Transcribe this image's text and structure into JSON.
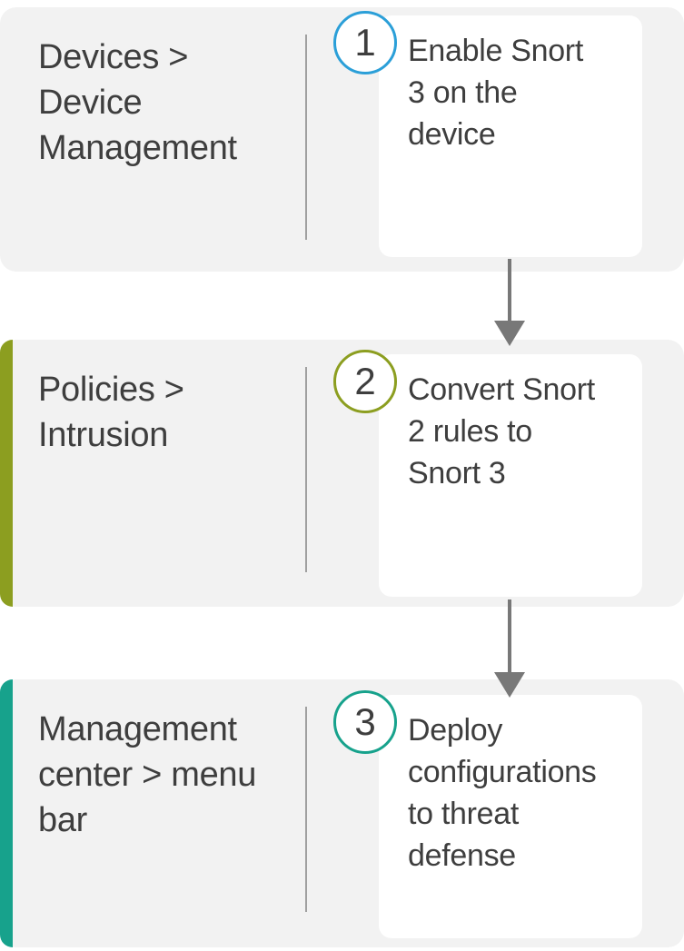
{
  "colors": {
    "page_bg": "#ffffff",
    "section_bg": "#f2f2f2",
    "card_bg": "#ffffff",
    "text": "#3e3e3e",
    "divider": "#a0a0a0",
    "arrow": "#787878"
  },
  "sections": [
    {
      "nav_label": "Devices >\nDevice\nManagement",
      "step_number": "1",
      "step_text": "Enable Snort\n3 on the\ndevice",
      "accent_color": "#2b9fd8",
      "left_bar_color": null
    },
    {
      "nav_label": "Policies >\nIntrusion",
      "step_number": "2",
      "step_text": "Convert Snort\n2 rules to\nSnort 3",
      "accent_color": "#8c9e20",
      "left_bar_color": "#8c9e20"
    },
    {
      "nav_label": "Management\ncenter > menu\nbar",
      "step_number": "3",
      "step_text": "Deploy\nconfigurations\nto threat\ndefense",
      "accent_color": "#17a28c",
      "left_bar_color": "#17a28c"
    }
  ],
  "connectors": [
    {
      "type": "down-arrow"
    },
    {
      "type": "down-arrow"
    }
  ]
}
